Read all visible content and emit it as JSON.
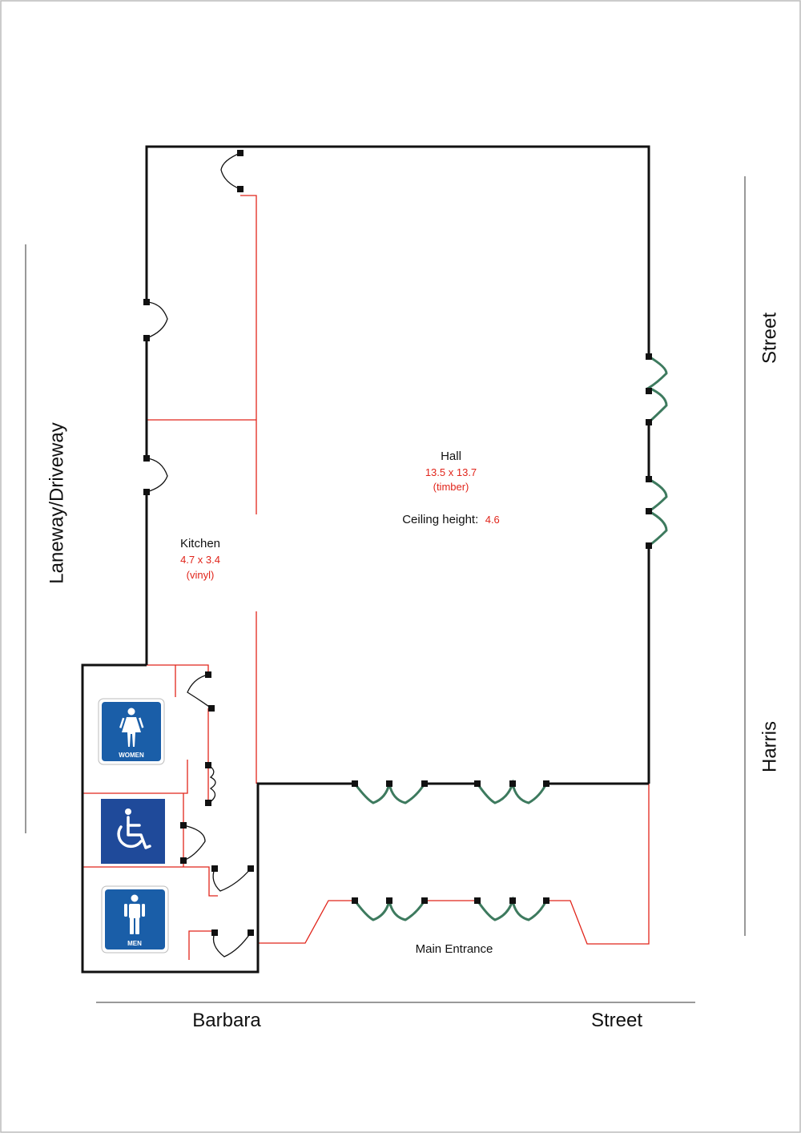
{
  "colors": {
    "wall": "#111111",
    "partition": "#e1251b",
    "double_door": "#3d7a5e",
    "sign_blue": "#1a5ea8",
    "accessible_blue": "#1f4a9a",
    "accent_red": "#e1251b"
  },
  "streets": {
    "laneway": "Laneway/Driveway",
    "barbara": "Barbara",
    "barbara_street": "Street",
    "harris": "Harris",
    "harris_street": "Street"
  },
  "rooms": {
    "hall": {
      "name": "Hall",
      "dimensions": "13.5 x 13.7",
      "floor": "(timber)",
      "ceiling_label": "Ceiling height:",
      "ceiling_value": "4.6"
    },
    "kitchen": {
      "name": "Kitchen",
      "dimensions": "4.7 x 3.4",
      "floor": "(vinyl)"
    },
    "entrance": {
      "name": "Main Entrance"
    }
  },
  "signs": {
    "women": {
      "label": "WOMEN",
      "icon": "woman-icon"
    },
    "accessible": {
      "icon": "wheelchair-icon"
    },
    "men": {
      "label": "MEN",
      "icon": "man-icon"
    }
  }
}
